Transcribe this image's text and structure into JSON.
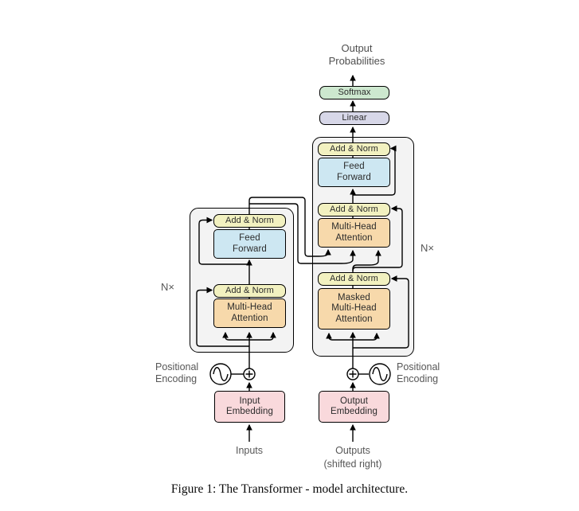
{
  "caption": "Figure 1: The Transformer - model architecture.",
  "colors": {
    "add_norm": "#f2f1c0",
    "feed_forward": "#cde7f2",
    "attention": "#f7d9ab",
    "embedding": "#f9d9dc",
    "softmax": "#cde8cf",
    "linear": "#d7d7e8",
    "container": "#f3f3f3",
    "wire": "#000000",
    "outer_label": "#575757"
  },
  "top": {
    "output_probabilities": [
      "Output",
      "Probabilities"
    ],
    "softmax": "Softmax",
    "linear": "Linear"
  },
  "encoder": {
    "repeat_label": "N×",
    "add_norm_top": "Add & Norm",
    "feed_forward": [
      "Feed",
      "Forward"
    ],
    "add_norm_bottom": "Add & Norm",
    "attention": [
      "Multi-Head",
      "Attention"
    ]
  },
  "decoder": {
    "repeat_label": "N×",
    "add_norm_top": "Add & Norm",
    "feed_forward": [
      "Feed",
      "Forward"
    ],
    "add_norm_mid": "Add & Norm",
    "cross_attention": [
      "Multi-Head",
      "Attention"
    ],
    "add_norm_bottom": "Add & Norm",
    "masked_attention": [
      "Masked",
      "Multi-Head",
      "Attention"
    ]
  },
  "io": {
    "positional_encoding_left": [
      "Positional",
      "Encoding"
    ],
    "positional_encoding_right": [
      "Positional",
      "Encoding"
    ],
    "input_embedding": [
      "Input",
      "Embedding"
    ],
    "output_embedding": [
      "Output",
      "Embedding"
    ],
    "inputs": "Inputs",
    "outputs": "Outputs",
    "outputs_note": "(shifted right)"
  }
}
